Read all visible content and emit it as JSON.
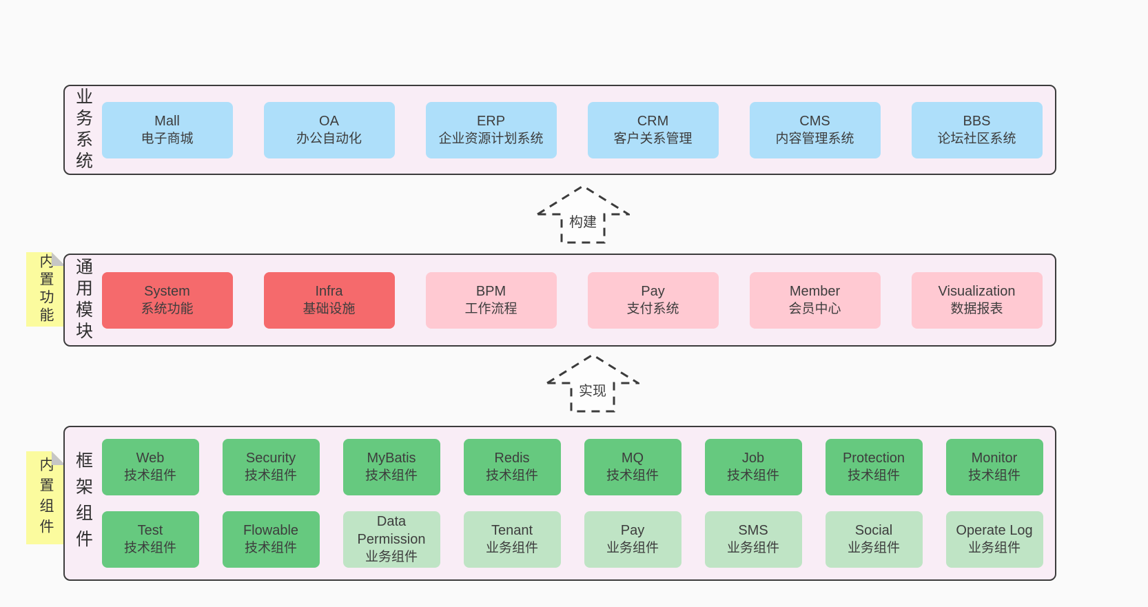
{
  "colors": {
    "page_bg": "#fafafa",
    "band_bg": "#f9edf6",
    "band_border": "#3b3b3b",
    "text": "#3d3d3d",
    "note_bg": "#fbfb9e",
    "note_fold": "#c6c6c6",
    "blue": "#aedffa",
    "red": "#f56a6c",
    "pink": "#ffc9d2",
    "green_dark": "#66c97f",
    "green_light": "#bfe4c5"
  },
  "arrows": [
    {
      "label": "构建"
    },
    {
      "label": "实现"
    }
  ],
  "bands": [
    {
      "label": "业务系统",
      "note": "",
      "rows": [
        [
          {
            "title": "Mall",
            "subtitle": "电子商城",
            "color": "blue"
          },
          {
            "title": "OA",
            "subtitle": "办公自动化",
            "color": "blue"
          },
          {
            "title": "ERP",
            "subtitle": "企业资源计划系统",
            "color": "blue"
          },
          {
            "title": "CRM",
            "subtitle": "客户关系管理",
            "color": "blue"
          },
          {
            "title": "CMS",
            "subtitle": "内容管理系统",
            "color": "blue"
          },
          {
            "title": "BBS",
            "subtitle": "论坛社区系统",
            "color": "blue"
          }
        ]
      ]
    },
    {
      "label": "通用模块",
      "note": "内置功能",
      "rows": [
        [
          {
            "title": "System",
            "subtitle": "系统功能",
            "color": "red"
          },
          {
            "title": "Infra",
            "subtitle": "基础设施",
            "color": "red"
          },
          {
            "title": "BPM",
            "subtitle": "工作流程",
            "color": "pink"
          },
          {
            "title": "Pay",
            "subtitle": "支付系统",
            "color": "pink"
          },
          {
            "title": "Member",
            "subtitle": "会员中心",
            "color": "pink"
          },
          {
            "title": "Visualization",
            "subtitle": "数据报表",
            "color": "pink"
          }
        ]
      ]
    },
    {
      "label": "框架组件",
      "note": "内置组件",
      "rows": [
        [
          {
            "title": "Web",
            "subtitle": "技术组件",
            "color": "green_dark"
          },
          {
            "title": "Security",
            "subtitle": "技术组件",
            "color": "green_dark"
          },
          {
            "title": "MyBatis",
            "subtitle": "技术组件",
            "color": "green_dark"
          },
          {
            "title": "Redis",
            "subtitle": "技术组件",
            "color": "green_dark"
          },
          {
            "title": "MQ",
            "subtitle": "技术组件",
            "color": "green_dark"
          },
          {
            "title": "Job",
            "subtitle": "技术组件",
            "color": "green_dark"
          },
          {
            "title": "Protection",
            "subtitle": "技术组件",
            "color": "green_dark"
          },
          {
            "title": "Monitor",
            "subtitle": "技术组件",
            "color": "green_dark"
          }
        ],
        [
          {
            "title": "Test",
            "subtitle": "技术组件",
            "color": "green_dark"
          },
          {
            "title": "Flowable",
            "subtitle": "技术组件",
            "color": "green_dark"
          },
          {
            "title": "Data Permission",
            "subtitle": "业务组件",
            "color": "green_light"
          },
          {
            "title": "Tenant",
            "subtitle": "业务组件",
            "color": "green_light"
          },
          {
            "title": "Pay",
            "subtitle": "业务组件",
            "color": "green_light"
          },
          {
            "title": "SMS",
            "subtitle": "业务组件",
            "color": "green_light"
          },
          {
            "title": "Social",
            "subtitle": "业务组件",
            "color": "green_light"
          },
          {
            "title": "Operate Log",
            "subtitle": "业务组件",
            "color": "green_light"
          }
        ]
      ]
    }
  ]
}
